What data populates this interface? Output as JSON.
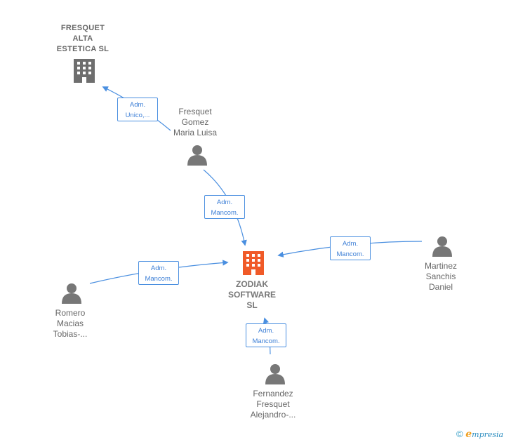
{
  "nodes": {
    "fresquet_alta": {
      "lines": [
        "FRESQUET",
        "ALTA",
        "ESTETICA  SL"
      ],
      "type": "company",
      "color": "#6e6e6e"
    },
    "zodiak": {
      "lines": [
        "ZODIAK",
        "SOFTWARE",
        "SL"
      ],
      "type": "company",
      "color": "#f05a28"
    },
    "fresquet_gomez": {
      "lines": [
        "Fresquet",
        "Gomez",
        "Maria Luisa"
      ],
      "type": "person"
    },
    "martinez": {
      "lines": [
        "Martinez",
        "Sanchis",
        "Daniel"
      ],
      "type": "person"
    },
    "romero": {
      "lines": [
        "Romero",
        "Macias",
        "Tobias-..."
      ],
      "type": "person"
    },
    "fernandez": {
      "lines": [
        "Fernandez",
        "Fresquet",
        "Alejandro-..."
      ],
      "type": "person"
    }
  },
  "edges": {
    "gomez_to_alta": {
      "lines": [
        "Adm.",
        "Unico,..."
      ]
    },
    "gomez_to_zodiak": {
      "lines": [
        "Adm.",
        "Mancom."
      ]
    },
    "martinez_to_zodiak": {
      "lines": [
        "Adm.",
        "Mancom."
      ]
    },
    "romero_to_zodiak": {
      "lines": [
        "Adm.",
        "Mancom."
      ]
    },
    "fernandez_to_zodiak": {
      "lines": [
        "Adm.",
        "Mancom."
      ]
    }
  },
  "colors": {
    "edge": "#4a8fe0",
    "person_icon": "#777777"
  },
  "footer": {
    "copyright": "©",
    "brand_initial": "e",
    "brand_rest": "mpresia"
  }
}
